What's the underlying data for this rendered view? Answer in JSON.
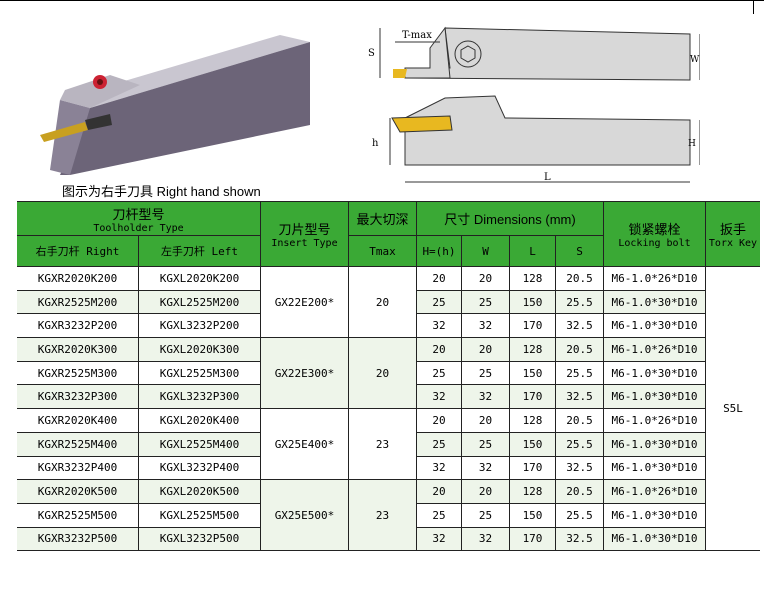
{
  "caption": "图示为右手刀具  Right hand shown",
  "drawing_labels": {
    "tmax": "T-max",
    "s": "S",
    "w": "W",
    "h": "h",
    "H": "H",
    "l": "L"
  },
  "header": {
    "toolholder_cn": "刀杆型号",
    "toolholder_en": "Toolholder Type",
    "right_cn": "右手刀杆 Right",
    "left_cn": "左手刀杆 Left",
    "insert_cn": "刀片型号",
    "insert_en": "Insert Type",
    "depth_cn": "最大切深",
    "tmax": "Tmax",
    "dims": "尺寸 Dimensions (mm)",
    "h": "H=(h)",
    "w": "W",
    "l": "L",
    "s": "S",
    "bolt_cn": "锁紧螺栓",
    "bolt_en": "Locking bolt",
    "key_cn": "扳手",
    "key_en": "Torx Key"
  },
  "torx_key": "S5L",
  "groups": [
    {
      "insert": "GX22E200*",
      "tmax": "20",
      "rows": [
        {
          "right": "KGXR2020K200",
          "left": "KGXL2020K200",
          "h": "20",
          "w": "20",
          "l": "128",
          "s": "20.5",
          "bolt": "M6-1.0*26*D10"
        },
        {
          "right": "KGXR2525M200",
          "left": "KGXL2525M200",
          "h": "25",
          "w": "25",
          "l": "150",
          "s": "25.5",
          "bolt": "M6-1.0*30*D10"
        },
        {
          "right": "KGXR3232P200",
          "left": "KGXL3232P200",
          "h": "32",
          "w": "32",
          "l": "170",
          "s": "32.5",
          "bolt": "M6-1.0*30*D10"
        }
      ]
    },
    {
      "insert": "GX22E300*",
      "tmax": "20",
      "rows": [
        {
          "right": "KGXR2020K300",
          "left": "KGXL2020K300",
          "h": "20",
          "w": "20",
          "l": "128",
          "s": "20.5",
          "bolt": "M6-1.0*26*D10"
        },
        {
          "right": "KGXR2525M300",
          "left": "KGXL2525M300",
          "h": "25",
          "w": "25",
          "l": "150",
          "s": "25.5",
          "bolt": "M6-1.0*30*D10"
        },
        {
          "right": "KGXR3232P300",
          "left": "KGXL3232P300",
          "h": "32",
          "w": "32",
          "l": "170",
          "s": "32.5",
          "bolt": "M6-1.0*30*D10"
        }
      ]
    },
    {
      "insert": "GX25E400*",
      "tmax": "23",
      "rows": [
        {
          "right": "KGXR2020K400",
          "left": "KGXL2020K400",
          "h": "20",
          "w": "20",
          "l": "128",
          "s": "20.5",
          "bolt": "M6-1.0*26*D10"
        },
        {
          "right": "KGXR2525M400",
          "left": "KGXL2525M400",
          "h": "25",
          "w": "25",
          "l": "150",
          "s": "25.5",
          "bolt": "M6-1.0*30*D10"
        },
        {
          "right": "KGXR3232P400",
          "left": "KGXL3232P400",
          "h": "32",
          "w": "32",
          "l": "170",
          "s": "32.5",
          "bolt": "M6-1.0*30*D10"
        }
      ]
    },
    {
      "insert": "GX25E500*",
      "tmax": "23",
      "rows": [
        {
          "right": "KGXR2020K500",
          "left": "KGXL2020K500",
          "h": "20",
          "w": "20",
          "l": "128",
          "s": "20.5",
          "bolt": "M6-1.0*26*D10"
        },
        {
          "right": "KGXR2525M500",
          "left": "KGXL2525M500",
          "h": "25",
          "w": "25",
          "l": "150",
          "s": "25.5",
          "bolt": "M6-1.0*30*D10"
        },
        {
          "right": "KGXR3232P500",
          "left": "KGXL3232P500",
          "h": "32",
          "w": "32",
          "l": "170",
          "s": "32.5",
          "bolt": "M6-1.0*30*D10"
        }
      ]
    }
  ]
}
